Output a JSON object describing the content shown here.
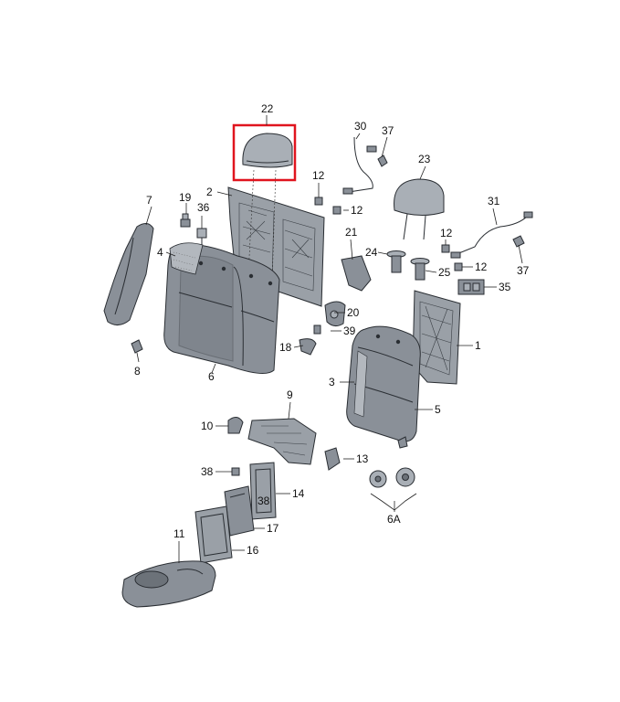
{
  "highlight_color": "#e0141e",
  "part_color": "#8a9098",
  "callouts": {
    "c1": "1",
    "c2": "2",
    "c3": "3",
    "c4": "4",
    "c5": "5",
    "c6": "6",
    "c6a": "6A",
    "c7": "7",
    "c8": "8",
    "c9": "9",
    "c10": "10",
    "c11": "11",
    "c12a": "12",
    "c12b": "12",
    "c12c": "12",
    "c12d": "12",
    "c13": "13",
    "c14": "14",
    "c16": "16",
    "c17": "17",
    "c18": "18",
    "c19": "19",
    "c20": "20",
    "c21": "21",
    "c22": "22",
    "c23": "23",
    "c24": "24",
    "c25": "25",
    "c30": "30",
    "c31": "31",
    "c35": "35",
    "c36": "36",
    "c37a": "37",
    "c37b": "37",
    "c38a": "38",
    "c38b": "38",
    "c39": "39"
  }
}
